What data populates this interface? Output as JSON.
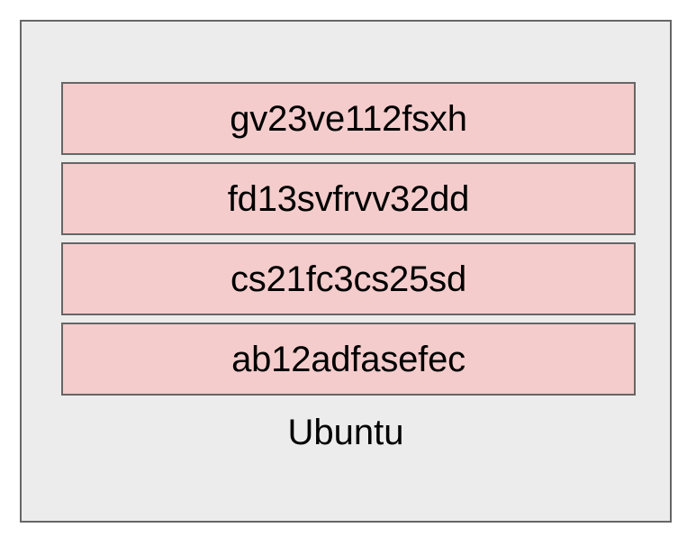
{
  "diagram": {
    "type": "container-stack",
    "group": {
      "caption": "Ubuntu",
      "background_color": "#ececec",
      "border_color": "#666666"
    },
    "item_style": {
      "fill_color": "#f4cccc",
      "border_color": "#666666",
      "text_color": "#000000"
    },
    "items": [
      {
        "label": "gv23ve112fsxh"
      },
      {
        "label": "fd13svfrvv32dd"
      },
      {
        "label": "cs21fc3cs25sd"
      },
      {
        "label": "ab12adfasefec"
      }
    ]
  }
}
